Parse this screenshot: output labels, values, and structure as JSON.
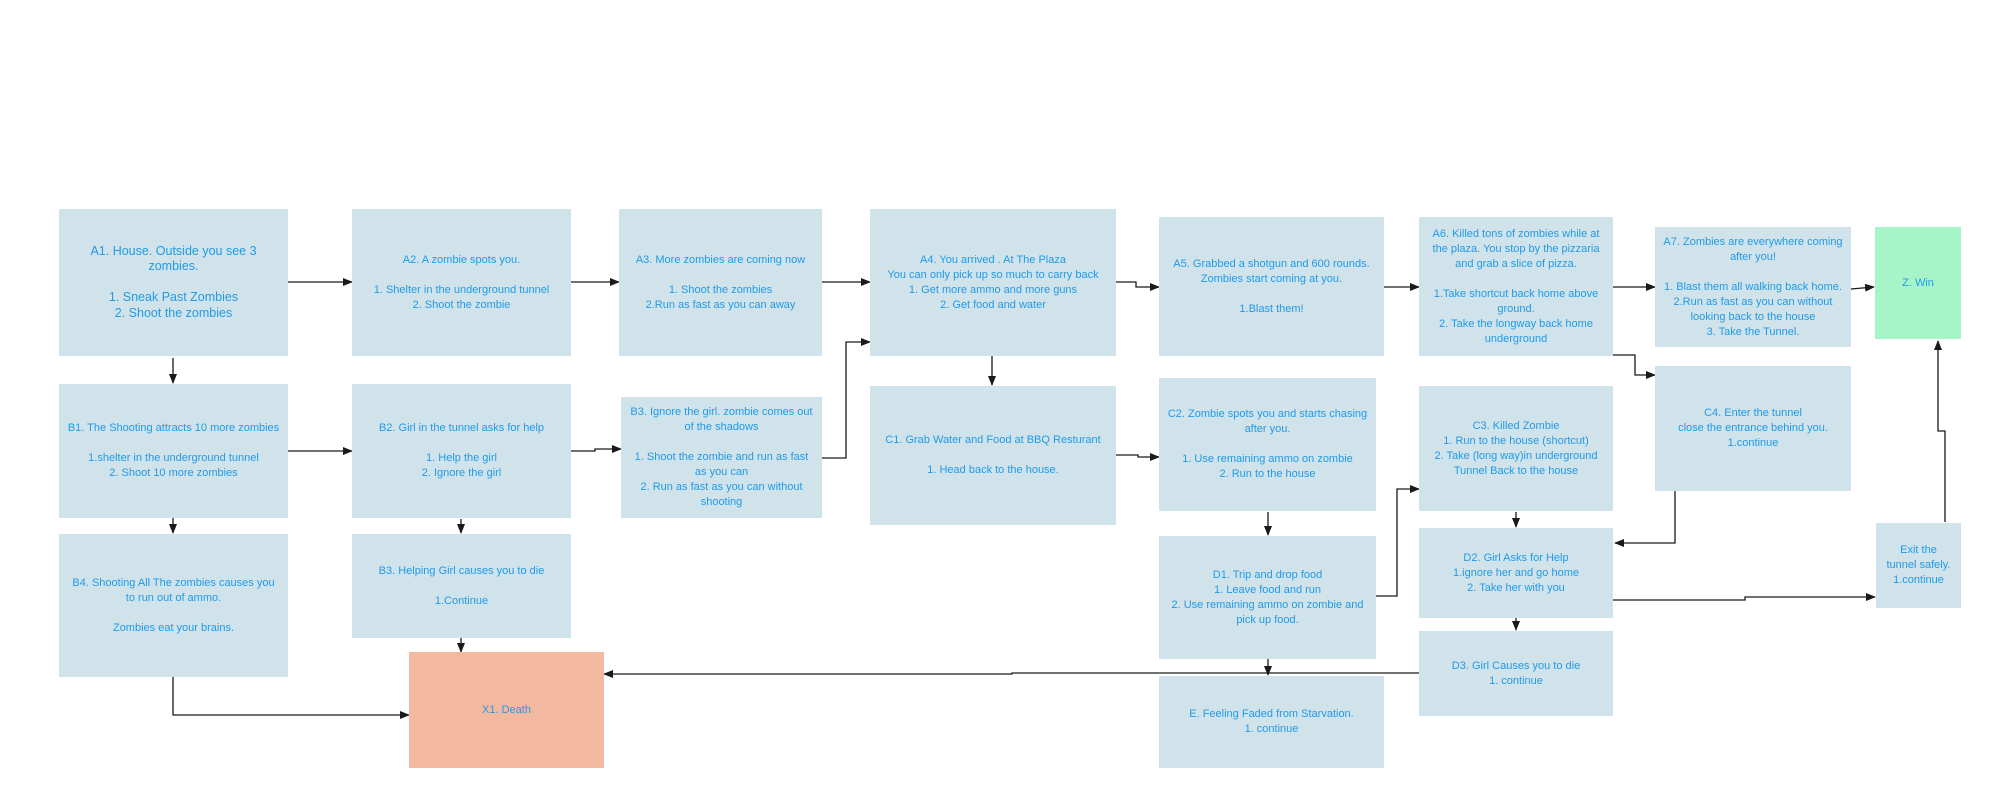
{
  "colors": {
    "node_fill": "#d0e2ea",
    "death_fill": "#f3b9a0",
    "win_fill": "#a6f4c8",
    "text": "#1f9be8",
    "edge": "#1a1a1a"
  },
  "nodes": {
    "A1": "A1. House. Outside you see 3 zombies.\n\n1. Sneak Past Zombies\n2. Shoot the zombies",
    "A2": "A2. A zombie spots you.\n\n1. Shelter in the underground tunnel\n2. Shoot the zombie",
    "A3": "A3. More zombies are coming now\n\n1. Shoot the zombies\n2.Run as fast as you can away",
    "A4": "A4. You arrived . At The Plaza\nYou can only pick up so much to carry back\n1. Get more ammo and more guns\n2. Get food and water",
    "A5": "A5. Grabbed a shotgun and 600 rounds.  Zombies start coming at you.\n\n1.Blast them!",
    "A6": "A6. Killed tons of zombies while at the plaza.  You stop by the pizzaria and grab a slice of pizza.\n\n1.Take shortcut back home above ground.\n2. Take the longway back home underground",
    "A7": "A7. Zombies are everywhere coming after you!\n\n1. Blast them all walking back home.\n2.Run as fast as you can without looking back to the house\n3. Take the Tunnel.",
    "Z": "Z. Win",
    "B1": "B1. The Shooting attracts 10 more zombies\n\n1.shelter in the underground tunnel\n2. Shoot 10 more zombies",
    "B2": "B2. Girl in the tunnel asks for help\n\n1. Help the girl\n2. Ignore the girl",
    "B3a": "B3. Ignore the girl. zombie comes out of the shadows\n\n1. Shoot the zombie and run as fast as you can\n2. Run as fast as you can without shooting",
    "C1": "C1. Grab Water and Food at BBQ Resturant\n\n1. Head back to the house.",
    "C2": "C2. Zombie spots you and starts chasing after you.\n\n1. Use remaining ammo on zombie\n2. Run to the house",
    "C3": "C3. Killed Zombie\n1. Run to the house (shortcut)\n2. Take (long way)in underground Tunnel Back to the house",
    "C4": "C4. Enter the tunnel\nclose the entrance behind you.\n1.continue",
    "B4": "B4. Shooting All The zombies causes you to run out of ammo.\n\nZombies eat your brains.",
    "B3b": "B3. Helping Girl causes you to die\n\n1.Continue",
    "D1": "D1. Trip and drop food\n1. Leave food and run\n2. Use remaining ammo on zombie and pick up food.",
    "D2": "D2. Girl Asks for Help\n1.ignore her and go home\n2. Take her with you",
    "Exit": "Exit the tunnel safely.\n1.continue",
    "X1": "X1. Death",
    "D3": "D3. Girl Causes you to die\n1. continue",
    "E": "E. Feeling Faded from Starvation.\n1. continue"
  }
}
